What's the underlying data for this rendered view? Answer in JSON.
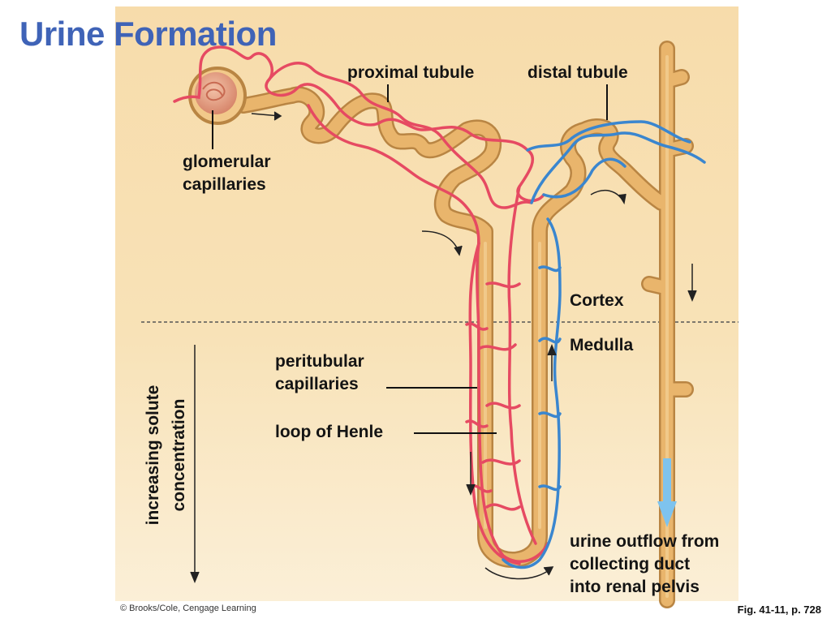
{
  "title": "Urine Formation",
  "labels": {
    "proximal_tubule": "proximal tubule",
    "distal_tubule": "distal tubule",
    "glomerular_capillaries": [
      "glomerular",
      "capillaries"
    ],
    "cortex": "Cortex",
    "medulla": "Medulla",
    "peritubular_capillaries": [
      "peritubular",
      "capillaries"
    ],
    "loop_of_henle": "loop of Henle",
    "increasing_solute_concentration": [
      "increasing solute",
      "concentration"
    ],
    "urine_outflow": [
      "urine outflow from",
      "collecting duct",
      "into renal pelvis"
    ]
  },
  "copyright": "© Brooks/Cole, Cengage Learning",
  "figure_ref": "Fig. 41-11, p. 728",
  "colors": {
    "title": "#3f63b7",
    "tubule": "#e8b36a",
    "tubule_edge": "#b98543",
    "capillary_red": "#e64a62",
    "capillary_blue": "#3a86cf",
    "flow_arrow": "#7ec3ee",
    "background": "#f8e2b7"
  },
  "icons": [
    "flow-arrow-icon",
    "urine-outflow-arrow-icon"
  ]
}
